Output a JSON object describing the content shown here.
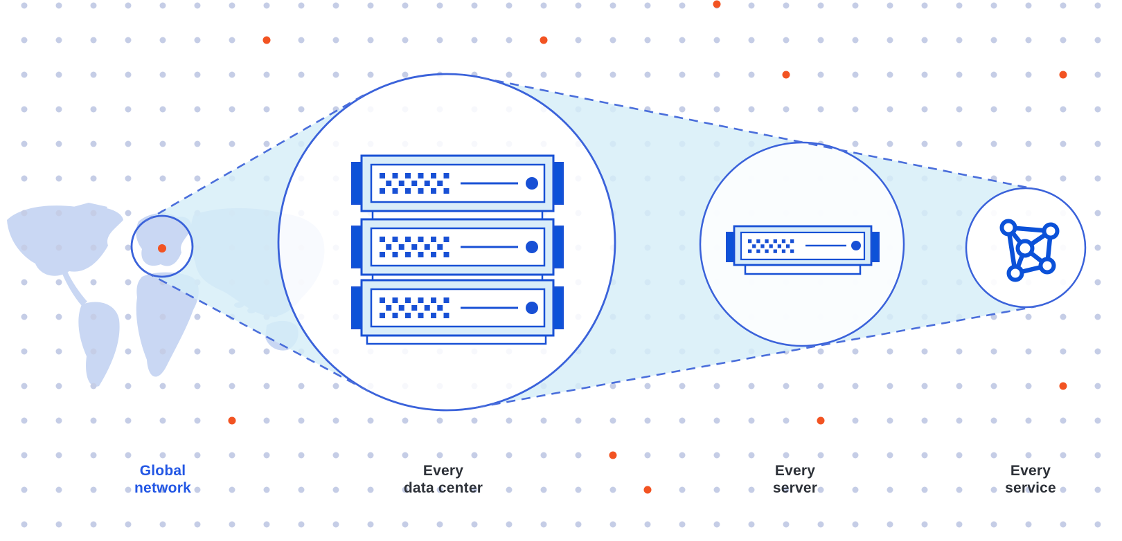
{
  "diagram": {
    "description": "zoom progression from global network map to data center, server and service",
    "stages": [
      {
        "id": "global-network",
        "line1": "Global",
        "line2": "network",
        "highlighted": true
      },
      {
        "id": "every-data-center",
        "line1": "Every",
        "line2": "data center",
        "highlighted": false
      },
      {
        "id": "every-server",
        "line1": "Every",
        "line2": "server",
        "highlighted": false
      },
      {
        "id": "every-service",
        "line1": "Every",
        "line2": "service",
        "highlighted": false
      }
    ],
    "icons": {
      "global_network": "world-map-with-highlight-circle",
      "every_data_center": "server-rack-3-units",
      "every_server": "server-unit",
      "every_service": "network-graph"
    },
    "colors": {
      "accent_orange": "#f25322",
      "circle_stroke_blue": "#3a62da",
      "dash_blue": "#4a6edb",
      "server_stroke_blue": "#1850d5",
      "server_dark_blue": "#0d52d8",
      "server_panel_blue": "#d9edf9",
      "beam_cyan": "#d6eef8",
      "map_fill": "#c9d7f3",
      "grid_dot_gray": "#c5cde6",
      "label_dark": "#2d3138",
      "label_blue": "#2256e4"
    }
  }
}
